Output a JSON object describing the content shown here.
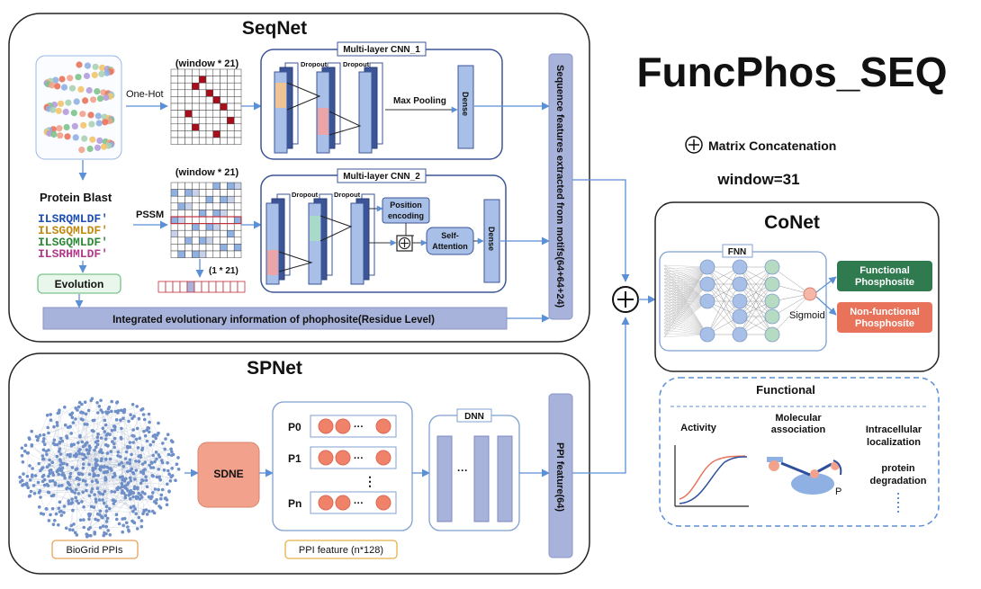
{
  "title": "FuncPhos_SEQ",
  "legend": {
    "concat_symbol": "⊕",
    "concat_label": "Matrix Concatenation",
    "window": "window=31"
  },
  "seqnet": {
    "title": "SeqNet",
    "one_hot": "One-Hot",
    "window_top": "(window * 21)",
    "window_mid": "(window * 21)",
    "row_vec": "(1 * 21)",
    "protein_blast": "Protein Blast",
    "seq_lines": [
      "ILSRQMLDF'",
      "ILSGQMLDF'",
      "ILSGQMLDF'",
      "ILSRHMLDF'"
    ],
    "pssm": "PSSM",
    "evolution": "Evolution",
    "cnn1": "Multi-layer CNN_1",
    "cnn2": "Multi-layer CNN_2",
    "dropout": "Dropout",
    "max_pool": "Max Pooling",
    "dense": "Dense",
    "pos_enc_1": "Position",
    "pos_enc_2": "encoding",
    "self_att_1": "Self-",
    "self_att_2": "Attention",
    "seq_features": "Sequence features extracted from motifs(64+64+24)",
    "integrated": "Integrated evolutionary information of phophosite(Residue Level)"
  },
  "spnet": {
    "title": "SPNet",
    "biogrid": "BioGrid PPIs",
    "sdne": "SDNE",
    "rows": [
      "P0",
      "P1",
      "Pn"
    ],
    "ellipsis": "···",
    "vdots": "⋮",
    "ppi_feature_n": "PPI feature (n*128)",
    "dnn": "DNN",
    "ppi_feature_64": "PPI feature(64)"
  },
  "conet": {
    "title": "CoNet",
    "fnn": "FNN",
    "sigmoid": "Sigmoid",
    "functional_1": "Functional",
    "functional_2": "Phosphosite",
    "nonfunctional_1": "Non-functional",
    "nonfunctional_2": "Phosphosite"
  },
  "functional_box": {
    "title": "Functional",
    "activity": "Activity",
    "molecular_1": "Molecular",
    "molecular_2": "association",
    "intracellular_1": "Intracellular",
    "intracellular_2": "localization",
    "protein_1": "protein",
    "protein_2": "degradation",
    "p_label": "P"
  },
  "colors": {
    "layer_blue": "#a8bfe8",
    "layer_dark": "#3c5597",
    "functional_green": "#2f7a4f",
    "nonfunctional_red": "#e8735a",
    "evolution_green": "#7cc38b",
    "sdne_fill": "#f2a28c",
    "node_blue": "#8fb0e3",
    "node_green": "#a8d2b5"
  }
}
